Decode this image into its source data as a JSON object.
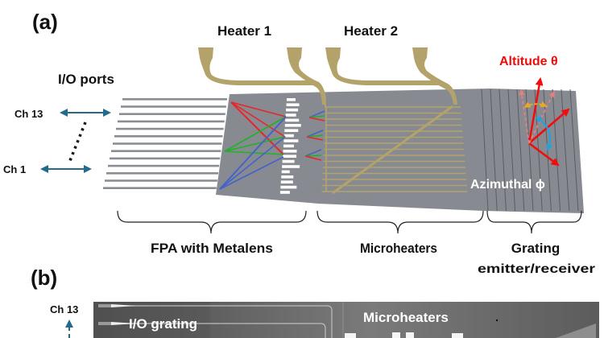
{
  "panel_a": {
    "label": "(a)",
    "heater_labels": [
      "Heater 1",
      "Heater 2"
    ],
    "io_ports_label": "I/O ports",
    "channel_top": "Ch 13",
    "channel_bottom": "Ch 1",
    "altitude_label": "Altitude θ",
    "azimuthal_label": "Azimuthal ϕ",
    "sections": [
      {
        "label": "FPA with Metalens"
      },
      {
        "label": "Microheaters"
      },
      {
        "label": "Grating",
        "sublabel": "emitter/receiver"
      }
    ],
    "waveguide_count": 13
  },
  "panel_b": {
    "label": "(b)",
    "channel_top": "Ch 13",
    "io_grating_label": "I/O grating",
    "microheaters_label": "Microheaters"
  },
  "colors": {
    "chip": "#878a90",
    "gold": "#b3a36a",
    "red": "#e8262a",
    "green": "#22b02a",
    "blue": "#4463c8",
    "arrow_teal": "#236a8c",
    "altitude_text": "#f00a0a",
    "azimuth_arc": "#1fa3e0",
    "orange_arc": "#e7a920"
  }
}
